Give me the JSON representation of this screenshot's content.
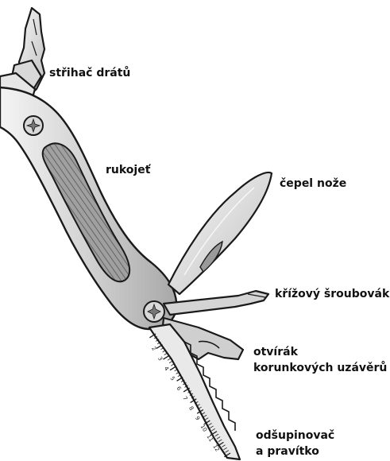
{
  "labels": {
    "wire_cutter": "střihač drátů",
    "handle": "rukojeť",
    "knife_blade": "čepel nože",
    "phillips_screwdriver": "křížový šroubovák",
    "bottle_opener_line1": "otvírák",
    "bottle_opener_line2": "korunkových uzávěrů",
    "scaler_line1": "odšupinovač",
    "scaler_line2": "a pravítko"
  },
  "ruler_ticks": [
    "2",
    "3",
    "4",
    "5",
    "6",
    "7",
    "8",
    "9",
    "10",
    "11",
    "12"
  ],
  "colors": {
    "outline": "#1a1a1a",
    "metal_light": "#eeeeee",
    "metal_mid": "#c9c9c9",
    "metal_dark": "#8a8a8a",
    "grip": "#9a9a9a",
    "text": "#111111"
  }
}
